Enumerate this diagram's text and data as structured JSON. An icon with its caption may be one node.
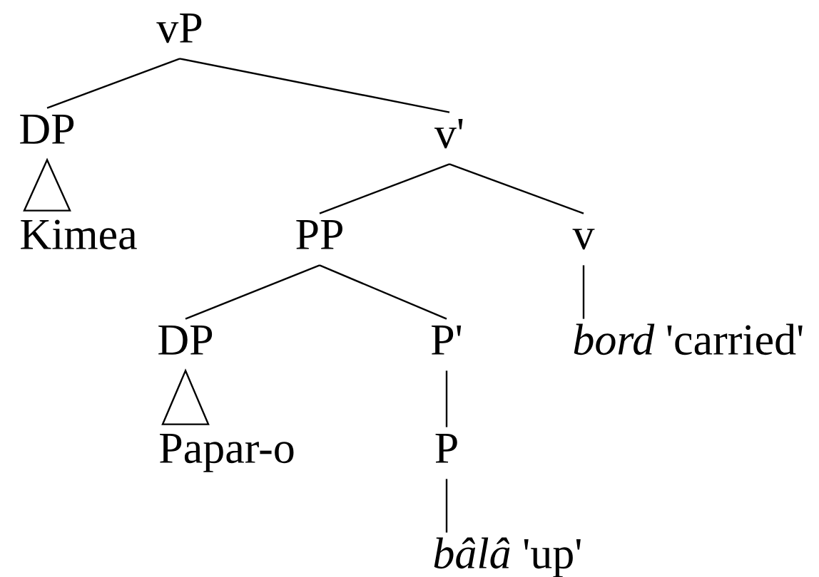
{
  "diagram": {
    "nodes": [
      {
        "text": [
          "vP"
        ]
      },
      {
        "text": [
          "DP"
        ]
      },
      {
        "text": [
          "Kimea"
        ]
      },
      {
        "text": [
          "v'"
        ]
      },
      {
        "text": [
          "PP"
        ]
      },
      {
        "text": [
          "v"
        ]
      },
      {
        "text": [
          "DP"
        ]
      },
      {
        "text": [
          "Papar-o"
        ]
      },
      {
        "text": [
          "P'"
        ]
      },
      {
        "text": [
          "P"
        ]
      },
      {
        "text": [
          "*bord*  'carried'"
        ]
      },
      {
        "text": [
          "*bâlâ*  'up'"
        ]
      }
    ],
    "edges": [
      {
        "from": 0,
        "to": 1,
        "arrow": "none"
      },
      {
        "from": 0,
        "to": 3,
        "arrow": "none"
      },
      {
        "from": 3,
        "to": 4,
        "arrow": "none"
      },
      {
        "from": 3,
        "to": 5,
        "arrow": "none"
      },
      {
        "from": 4,
        "to": 6,
        "arrow": "none"
      },
      {
        "from": 4,
        "to": 8,
        "arrow": "none"
      },
      {
        "from": 5,
        "to": 10,
        "arrow": "none"
      },
      {
        "from": 8,
        "to": 9,
        "arrow": "none"
      },
      {
        "from": 9,
        "to": 11,
        "arrow": "none"
      }
    ]
  }
}
